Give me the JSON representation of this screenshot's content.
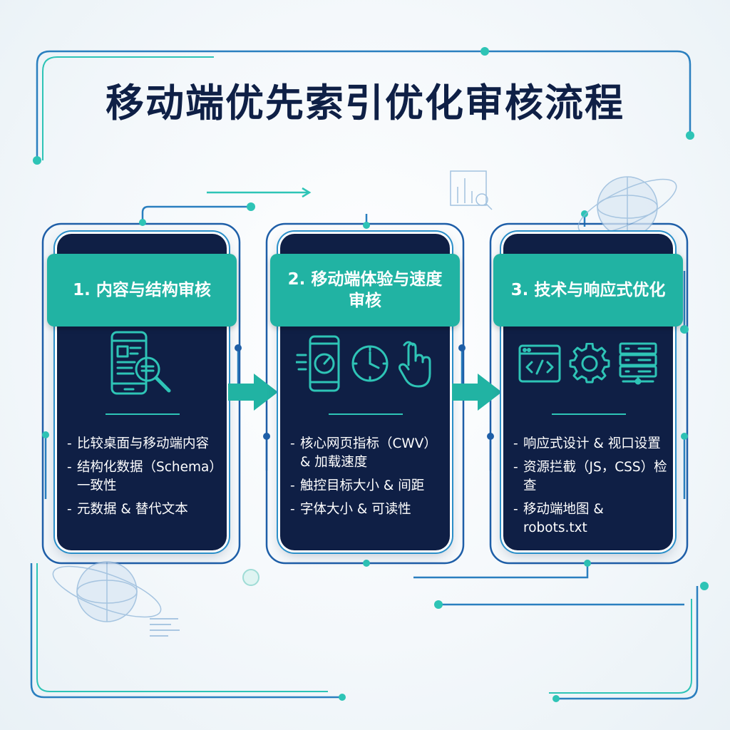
{
  "title": "移动端优先索引优化审核流程",
  "steps": [
    {
      "heading": "1. 内容与结构审核",
      "icons": [
        "mobile-search-icon"
      ],
      "items": [
        "比较桌面与移动端内容",
        "结构化数据（Schema）一致性",
        "元数据 & 替代文本"
      ]
    },
    {
      "heading": "2. 移动端体验与速度审核",
      "icons": [
        "mobile-speed-icon",
        "clock-icon",
        "touch-hand-icon"
      ],
      "items": [
        "核心网页指标（CWV）& 加载速度",
        "触控目标大小 & 间距",
        "字体大小 & 可读性"
      ]
    },
    {
      "heading": "3. 技术与响应式优化",
      "icons": [
        "code-window-icon",
        "gear-icon",
        "server-icon"
      ],
      "items": [
        "响应式设计 & 视口设置",
        "资源拦截（JS，CSS）检查",
        "移动端地图 & robots.txt"
      ]
    }
  ],
  "colors": {
    "navy": "#0f1f45",
    "teal": "#21b3a3",
    "accent": "#2ec4b6",
    "frame": "#2b8fc9",
    "title": "#0f2046"
  }
}
